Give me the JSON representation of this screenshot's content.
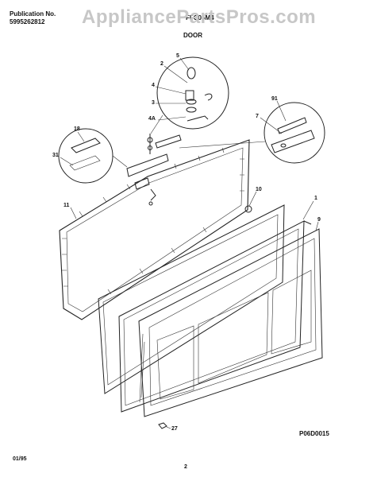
{
  "header": {
    "publication_label": "Publication No.",
    "publication_number": "5995262812",
    "model": "FFC05M4",
    "section": "DOOR"
  },
  "watermark": "AppliancePartsPros.com",
  "callouts": {
    "c5": "5",
    "c2": "2",
    "c4": "4",
    "c3": "3",
    "c4a": "4A",
    "c91": "91",
    "c7": "7",
    "c18": "18",
    "c31": "31",
    "c11": "11",
    "c10": "10",
    "c1": "1",
    "c9": "9",
    "c27": "27"
  },
  "figure_code": "P06D0015",
  "footer": {
    "date": "01/95",
    "page": "2"
  }
}
